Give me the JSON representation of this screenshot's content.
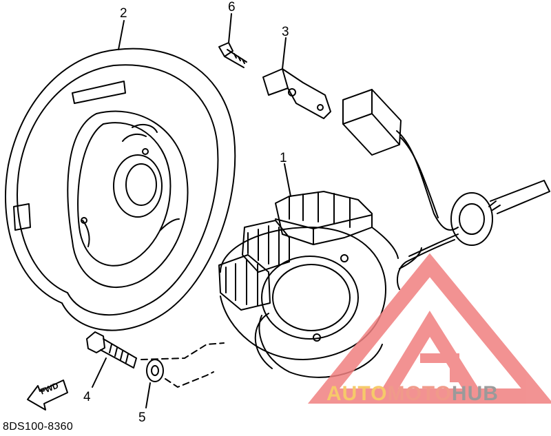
{
  "diagram": {
    "callouts": [
      {
        "id": "1",
        "text": "1"
      },
      {
        "id": "2",
        "text": "2"
      },
      {
        "id": "3",
        "text": "3"
      },
      {
        "id": "4",
        "text": "4"
      },
      {
        "id": "5",
        "text": "5"
      },
      {
        "id": "6",
        "text": "6"
      }
    ],
    "fwd_label": "FWD",
    "part_code": "8DS100-8360"
  },
  "watermark": {
    "part1": "AUTO",
    "part2": "MOTO",
    "part3": "HUB",
    "triangle_color": "#f08080",
    "text_colors": {
      "auto": "#f6c96a",
      "moto": "#f09a8a",
      "hub": "#9a9a9a"
    }
  }
}
